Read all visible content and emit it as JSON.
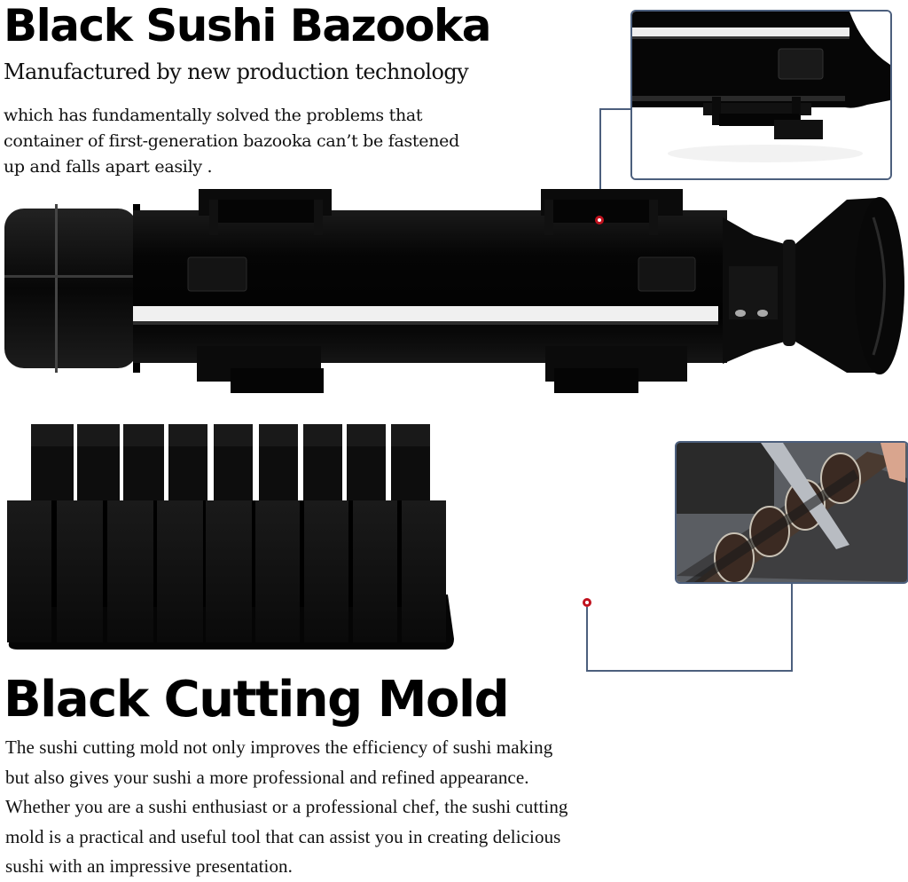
{
  "sections": {
    "bazooka": {
      "title": "Black Sushi Bazooka",
      "subtitle": "Manufactured by new production technology",
      "description_lines": [
        "which has fundamentally solved the problems that",
        "container of first-generation bazooka can’t be fastened",
        "up and falls apart easily ."
      ],
      "callout": "close-up of bazooka clip fastener",
      "product_image": "black sushi bazooka tube with clips"
    },
    "mold": {
      "title": "Black Cutting Mold",
      "description_lines": [
        "The sushi cutting mold not only improves the efficiency of sushi making",
        "but also gives your sushi a more professional and refined appearance.",
        "Whether you are a sushi enthusiast or a professional chef, the sushi cutting",
        "mold is a practical and useful tool that can assist you in creating delicious",
        "sushi with an impressive presentation."
      ],
      "callout": "knife slicing sushi roll in cutting mold",
      "product_image": "black 9-slot sushi cutting mold"
    }
  },
  "colors": {
    "callout_border": "#4c5f7d",
    "marker_ring": "#c0121e",
    "product": "#0a0a0a",
    "text": "#111111"
  }
}
